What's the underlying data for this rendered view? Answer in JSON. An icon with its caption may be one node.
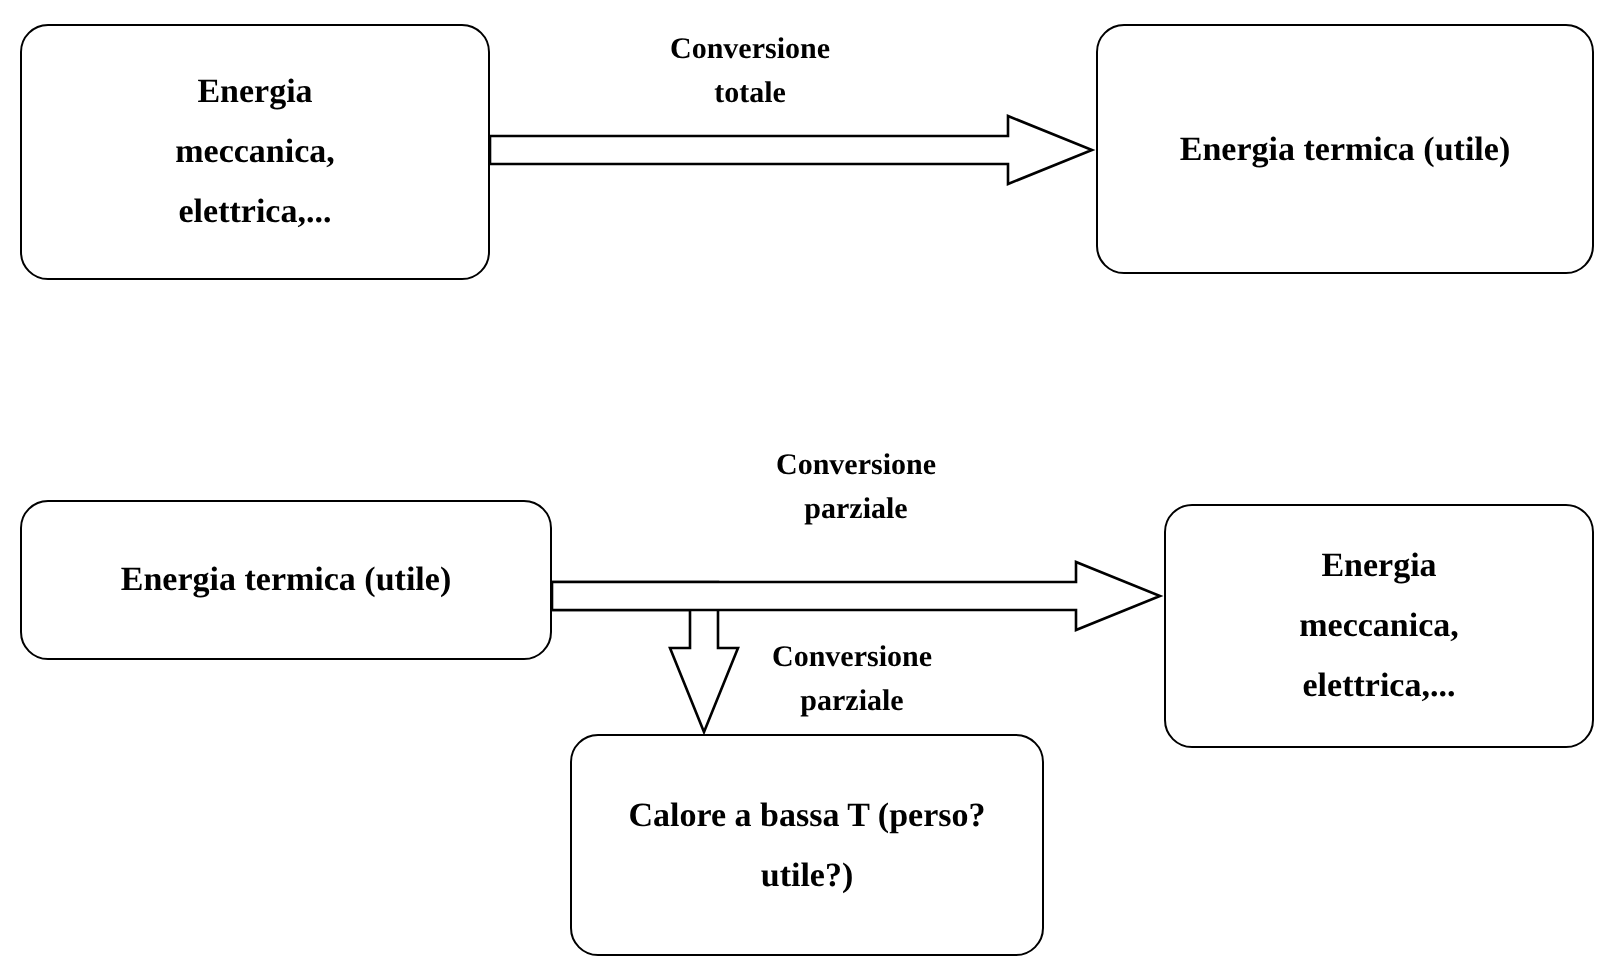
{
  "diagram": {
    "nodes": [
      {
        "text": [
          "Energia meccanica, elettrica,..."
        ]
      },
      {
        "text": [
          "Energia termica (utile)"
        ]
      },
      {
        "text": [
          "Energia termica (utile)"
        ]
      },
      {
        "text": [
          "Energia meccanica, elettrica,..."
        ]
      },
      {
        "text": [
          "Calore a bassa T (perso? utile?)"
        ]
      }
    ],
    "edges": [
      {
        "from": 0,
        "to": 1,
        "arrow": "to",
        "label": "Conversione totale"
      },
      {
        "from": 2,
        "to": 4,
        "arrow": "to",
        "label": "Conversione parziale"
      },
      {
        "from": 2,
        "to": 3,
        "arrow": "to",
        "label": "Conversione parziale"
      }
    ]
  }
}
